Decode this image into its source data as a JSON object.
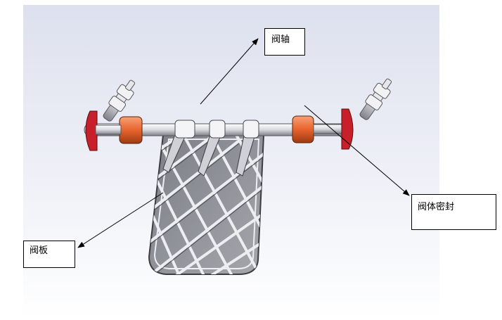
{
  "labels": {
    "valve_shaft": "阀轴",
    "valve_body_seal": "阀体密封",
    "valve_plate": "阀板"
  },
  "colors": {
    "background_top": "#dde0ee",
    "background_bottom": "#ffffff",
    "plate_fill": "#8e9096",
    "plate_rib": "#eceef2",
    "shaft": "#e9eaee",
    "bushing": "#e8632e",
    "flange": "#c8202a",
    "arrow": "#000000"
  }
}
